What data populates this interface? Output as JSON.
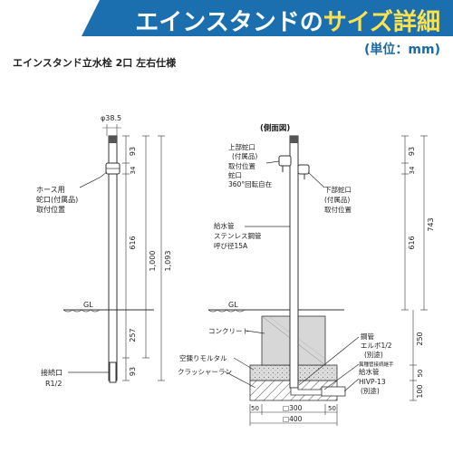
{
  "banner": {
    "title_a": "エインスタンドの",
    "title_b": "サイズ詳細"
  },
  "unit_label": "(単位：mm)",
  "product_title": "エインスタンド立水栓 2口 左右仕様",
  "front": {
    "diameter": "φ38.5",
    "hose_label": [
      "ホース用",
      "蛇口(付属品)",
      "取付位置"
    ],
    "connection_label": [
      "接続口",
      "R1/2"
    ],
    "gl": "GL",
    "dims": {
      "d93_top": "93",
      "d34": "34",
      "d616": "616",
      "d257": "257",
      "d93_bottom": "93",
      "d1000": "1,000",
      "d1093": "1,093"
    }
  },
  "side": {
    "heading": "(側面図)",
    "upper_label": [
      "上部蛇口",
      "(付属品)",
      "取付位置",
      "蛇口",
      "360°回転自在"
    ],
    "lower_label": [
      "下部蛇口",
      "(付属品)",
      "取付位置"
    ],
    "pipe_label": [
      "給水管",
      "ステンレス鋼管",
      "呼び径15A"
    ],
    "gl": "GL",
    "concrete": "コンクリート",
    "mortar": "空錬りモルタル",
    "crusher": "クラッシャーラン",
    "steel_pipe": [
      "鋼管",
      "エルボ1/2",
      "(別途)"
    ],
    "fitting": "異種管接続継手",
    "supply_pipe": [
      "給水管",
      "HIVP-13",
      "(別途)"
    ],
    "dims": {
      "d93": "93",
      "d34": "34",
      "d616": "616",
      "d743": "743",
      "d250": "250",
      "d50": "50",
      "d100": "100"
    },
    "base_dims": {
      "w50_left": "50",
      "w300": "□300",
      "w50_right": "50",
      "w400": "□400"
    }
  },
  "colors": {
    "banner": "#1b6fae",
    "banner_accent": "#ffe14d",
    "unit": "#1a6aa5",
    "concrete": "#d7d7d7",
    "mortar": "#d0d0d0"
  }
}
